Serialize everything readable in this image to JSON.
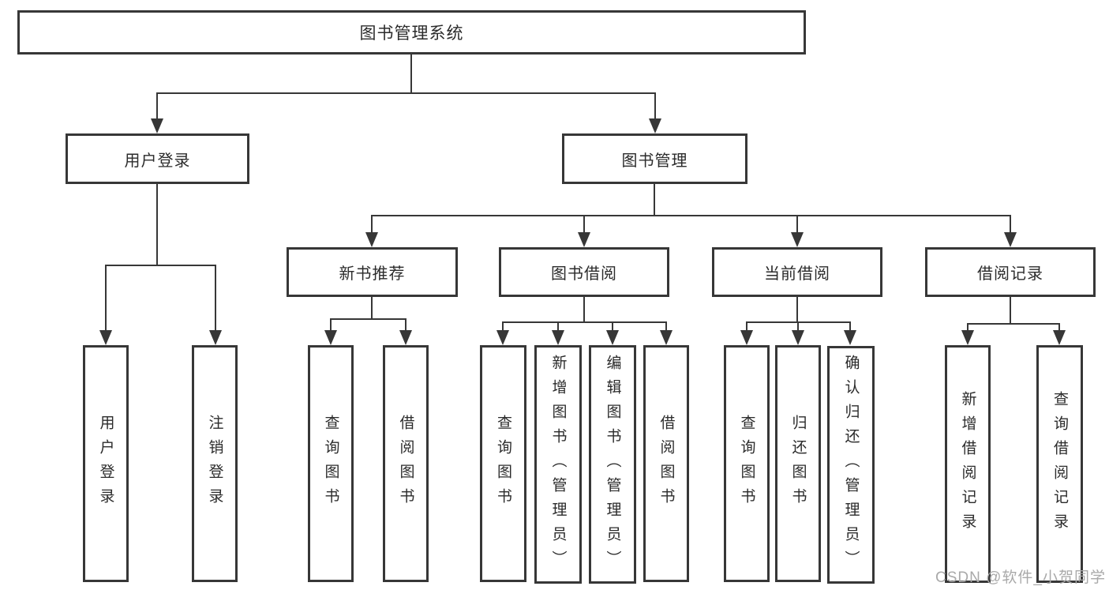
{
  "diagram": {
    "root": {
      "label": "图书管理系统"
    },
    "level2": {
      "user_login": {
        "label": "用户登录"
      },
      "book_mgmt": {
        "label": "图书管理"
      }
    },
    "level3": {
      "new_books": {
        "label": "新书推荐"
      },
      "borrowing": {
        "label": "图书借阅"
      },
      "current": {
        "label": "当前借阅"
      },
      "records": {
        "label": "借阅记录"
      }
    },
    "leaves": {
      "user_login": [
        "用户登录",
        "注销登录"
      ],
      "new_books": [
        "查询图书",
        "借阅图书"
      ],
      "borrowing": [
        "查询图书",
        "新增图书（管理员）",
        "编辑图书（管理员）",
        "借阅图书"
      ],
      "current": [
        "查询图书",
        "归还图书",
        "确认归还（管理员）"
      ],
      "records": [
        "新增借阅记录",
        "查询借阅记录"
      ]
    }
  },
  "watermark": {
    "text": "CSDN @软件_小贺同学"
  },
  "colors": {
    "line": "#373737",
    "text": "#2b2b2b",
    "watermark": "#a9a9a9",
    "background": "#ffffff"
  }
}
